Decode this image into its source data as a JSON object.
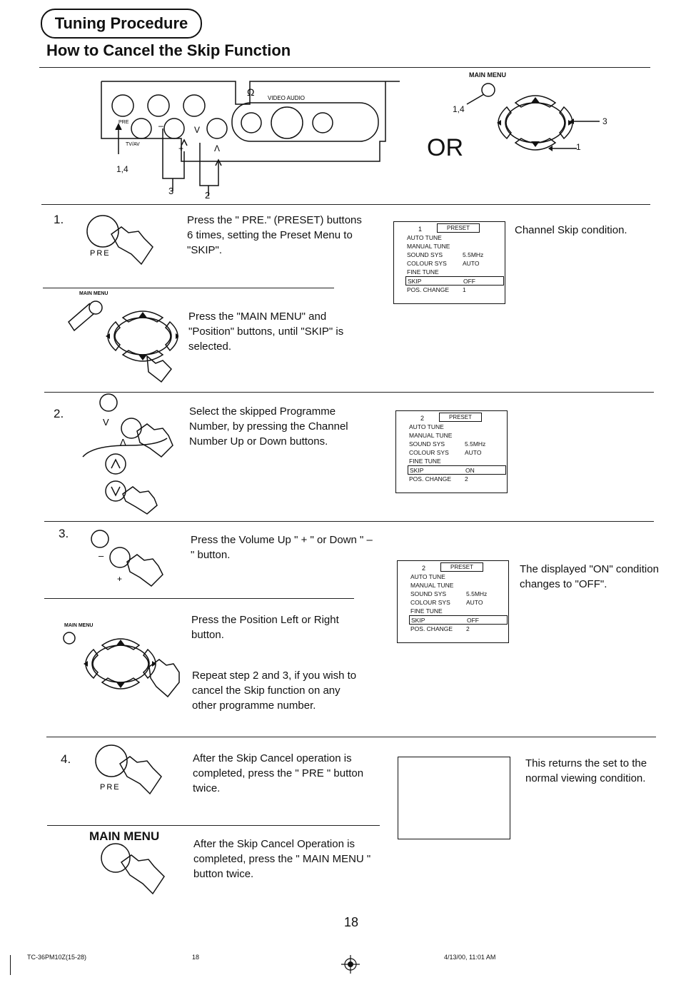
{
  "header": {
    "section": "Tuning Procedure",
    "title": "How to Cancel the Skip Function"
  },
  "diagram": {
    "main_menu": "MAIN MENU",
    "or": "OR",
    "label_14a": "1,4",
    "label_14b": "1,4",
    "label_3a": "3",
    "label_3b": "3",
    "label_2": "2",
    "label_1": "1",
    "video_audio": "VIDEO    AUDIO",
    "pre": "PRE",
    "tvav": "TV/AV",
    "plus": "+",
    "minus": "–",
    "v": "V",
    "caret": "Λ"
  },
  "steps": {
    "s1": {
      "num": "1.",
      "text_a": "Press the \" PRE.\" (PRESET) buttons 6 times, setting the Preset Menu to \"SKIP\".",
      "text_b": "Press the \"MAIN MENU\" and \"Position\" buttons, until \"SKIP\" is selected.",
      "note": "Channel Skip condition.",
      "icon_label": "PRE",
      "menu_label": "MAIN MENU"
    },
    "s2": {
      "num": "2.",
      "text": "Select the skipped Programme Number, by pressing the Channel Number Up or Down buttons.",
      "v": "V",
      "caret": "Λ"
    },
    "s3": {
      "num": "3.",
      "text_a": "Press the Volume Up \" + \" or Down \" – \" button.",
      "text_b": "Press the Position Left or Right button.",
      "text_c": "Repeat step 2 and 3, if you wish to cancel the Skip function on any other programme number.",
      "note": "The displayed \"ON\" condition changes to \"OFF\".",
      "minus": "–",
      "plus": "+",
      "menu_label": "MAIN MENU"
    },
    "s4": {
      "num": "4.",
      "text_a": "After the Skip Cancel operation is completed, press the \" PRE \" button twice.",
      "text_b": "After the Skip Cancel Operation is completed, press the \" MAIN MENU \" button twice.",
      "note": "This returns the set to the normal viewing condition.",
      "icon_label": "PRE",
      "menu_label": "MAIN MENU"
    }
  },
  "osd1": {
    "num": "1",
    "tag": "PRESET",
    "auto": "AUTO TUNE",
    "manual": "MANUAL TUNE",
    "sound": "SOUND SYS",
    "sound_v": "5.5MHz",
    "colour": "COLOUR SYS",
    "colour_v": "AUTO",
    "fine": "FINE TUNE",
    "skip": "SKIP",
    "skip_v": "OFF",
    "pos": "POS. CHANGE",
    "pos_v": "1"
  },
  "osd2": {
    "num": "2",
    "tag": "PRESET",
    "auto": "AUTO TUNE",
    "manual": "MANUAL TUNE",
    "sound": "SOUND SYS",
    "sound_v": "5.5MHz",
    "colour": "COLOUR SYS",
    "colour_v": "AUTO",
    "fine": "FINE TUNE",
    "skip": "SKIP",
    "skip_v": "ON",
    "pos": "POS. CHANGE",
    "pos_v": "2"
  },
  "osd3": {
    "num": "2",
    "tag": "PRESET",
    "auto": "AUTO TUNE",
    "manual": "MANUAL TUNE",
    "sound": "SOUND SYS",
    "sound_v": "5.5MHz",
    "colour": "COLOUR SYS",
    "colour_v": "AUTO",
    "fine": "FINE TUNE",
    "skip": "SKIP",
    "skip_v": "OFF",
    "pos": "POS. CHANGE",
    "pos_v": "2"
  },
  "footer": {
    "page": "18",
    "code": "TC-36PM10Z(15-28)",
    "page_small": "18",
    "date": "4/13/00, 11:01 AM"
  }
}
